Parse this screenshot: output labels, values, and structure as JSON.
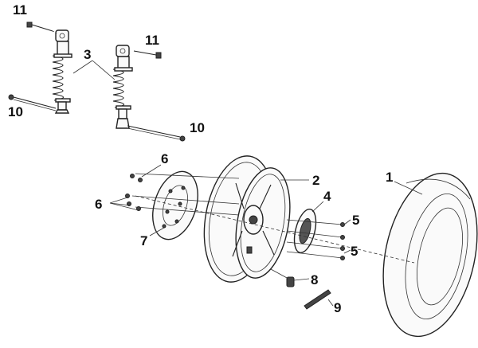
{
  "callouts": [
    {
      "id": "c1",
      "text": "1"
    },
    {
      "id": "c2",
      "text": "2"
    },
    {
      "id": "c3",
      "text": "3"
    },
    {
      "id": "c4",
      "text": "4"
    },
    {
      "id": "c5a",
      "text": "5"
    },
    {
      "id": "c5b",
      "text": "5"
    },
    {
      "id": "c6a",
      "text": "6"
    },
    {
      "id": "c6b",
      "text": "6"
    },
    {
      "id": "c7",
      "text": "7"
    },
    {
      "id": "c8",
      "text": "8"
    },
    {
      "id": "c9",
      "text": "9"
    },
    {
      "id": "c10a",
      "text": "10"
    },
    {
      "id": "c10b",
      "text": "10"
    },
    {
      "id": "c11a",
      "text": "11"
    },
    {
      "id": "c11b",
      "text": "11"
    }
  ],
  "colors": {
    "line": "#222222",
    "background": "#ffffff"
  }
}
